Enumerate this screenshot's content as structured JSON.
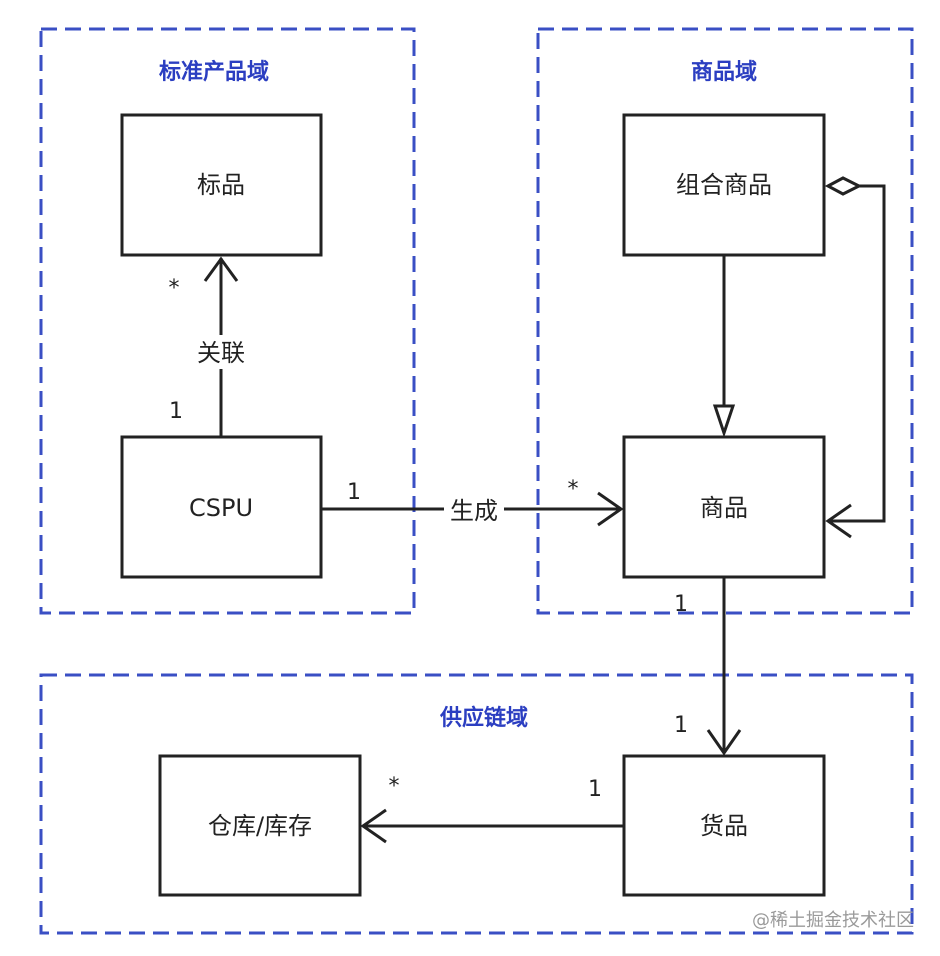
{
  "domains": {
    "standard_product": {
      "title": "标准产品域"
    },
    "goods": {
      "title": "商品域"
    },
    "supply_chain": {
      "title": "供应链域"
    }
  },
  "entities": {
    "standard_item": "标品",
    "cspu": "CSPU",
    "combo_goods": "组合商品",
    "goods": "商品",
    "stock_goods": "货品",
    "warehouse": "仓库/库存"
  },
  "connections": {
    "cspu_standard": {
      "label": "关联",
      "source_mult": "1",
      "target_mult": "*"
    },
    "cspu_goods": {
      "label": "生成",
      "source_mult": "1",
      "target_mult": "*"
    },
    "goods_stock": {
      "source_mult": "1",
      "target_mult": "1"
    },
    "stock_warehouse": {
      "source_mult": "1",
      "target_mult": "*"
    }
  },
  "watermark": "@稀土掘金技术社区",
  "colors": {
    "domain_border": "#3a4fc4",
    "domain_title": "#2b3ec1",
    "box_stroke": "#222222",
    "line": "#222222"
  }
}
